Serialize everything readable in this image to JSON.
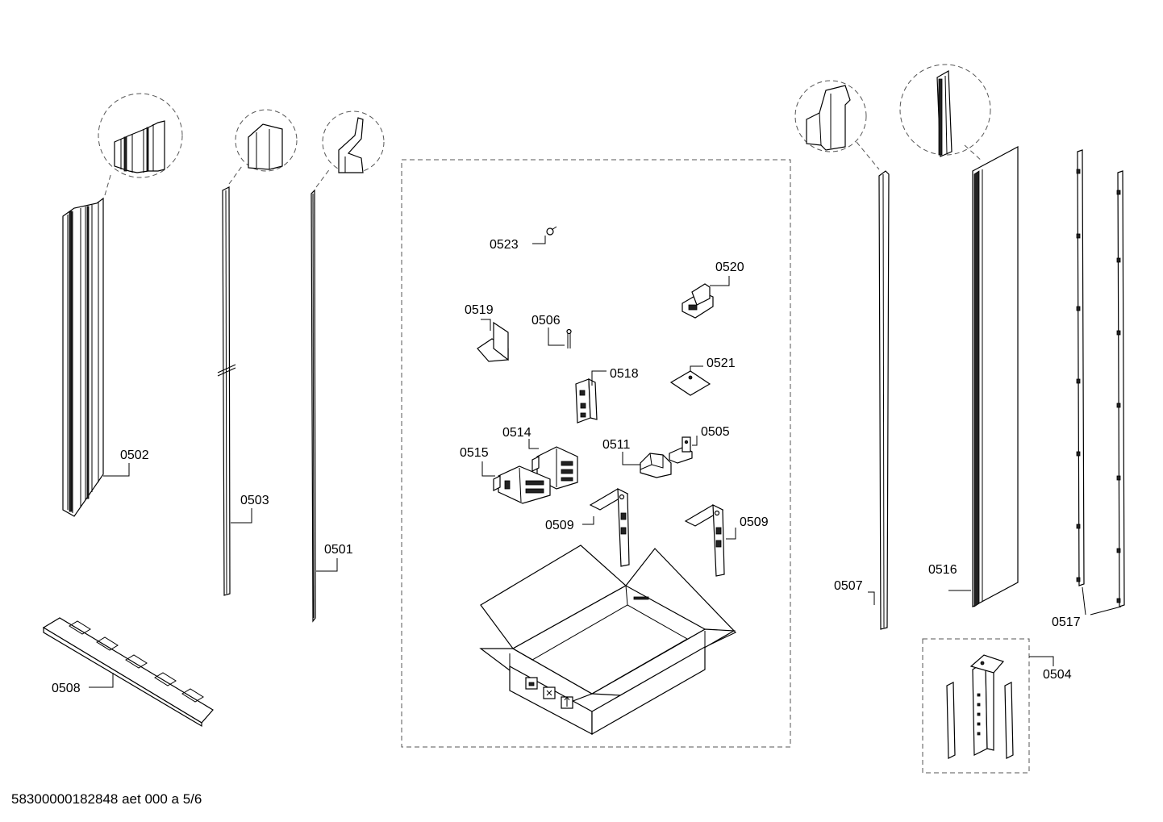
{
  "document_code": "58300000182848 aet 000 a 5/6",
  "parts": {
    "p0501": "0501",
    "p0502": "0502",
    "p0503": "0503",
    "p0504": "0504",
    "p0505": "0505",
    "p0506": "0506",
    "p0507": "0507",
    "p0508": "0508",
    "p0509a": "0509",
    "p0509b": "0509",
    "p0511": "0511",
    "p0514": "0514",
    "p0515": "0515",
    "p0516": "0516",
    "p0517": "0517",
    "p0518": "0518",
    "p0519": "0519",
    "p0520": "0520",
    "p0521": "0521",
    "p0523": "0523"
  }
}
